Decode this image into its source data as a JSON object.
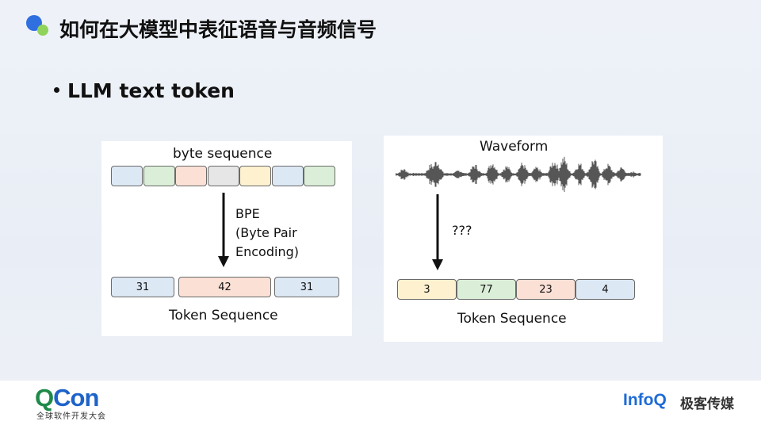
{
  "slide": {
    "title": "如何在大模型中表征语音与音频信号",
    "bullet": "LLM text token"
  },
  "left_diagram": {
    "top_label": "byte sequence",
    "byte_colors": [
      "#dce8f4",
      "#dbefd8",
      "#fbe0d6",
      "#e6e6e6",
      "#fdf1d0",
      "#dce8f4",
      "#dbefd8"
    ],
    "arrow_label_line1": "BPE",
    "arrow_label_line2": "(Byte Pair",
    "arrow_label_line3": "Encoding)",
    "tokens": [
      {
        "value": "31",
        "color": "#dce8f4"
      },
      {
        "value": "42",
        "color": "#fbe0d6"
      },
      {
        "value": "31",
        "color": "#dce8f4"
      }
    ],
    "bottom_label": "Token Sequence"
  },
  "right_diagram": {
    "top_label": "Waveform",
    "arrow_label": "???",
    "tokens": [
      {
        "value": "3",
        "color": "#fdf1d0"
      },
      {
        "value": "77",
        "color": "#dbefd8"
      },
      {
        "value": "23",
        "color": "#fbe0d6"
      },
      {
        "value": "4",
        "color": "#dce8f4"
      }
    ],
    "bottom_label": "Token Sequence"
  },
  "footer": {
    "qcon_q": "Q",
    "qcon_con": "Con",
    "qcon_subtitle": "全球软件开发大会",
    "infoq": "InfoQ",
    "jike": "极客传媒"
  }
}
